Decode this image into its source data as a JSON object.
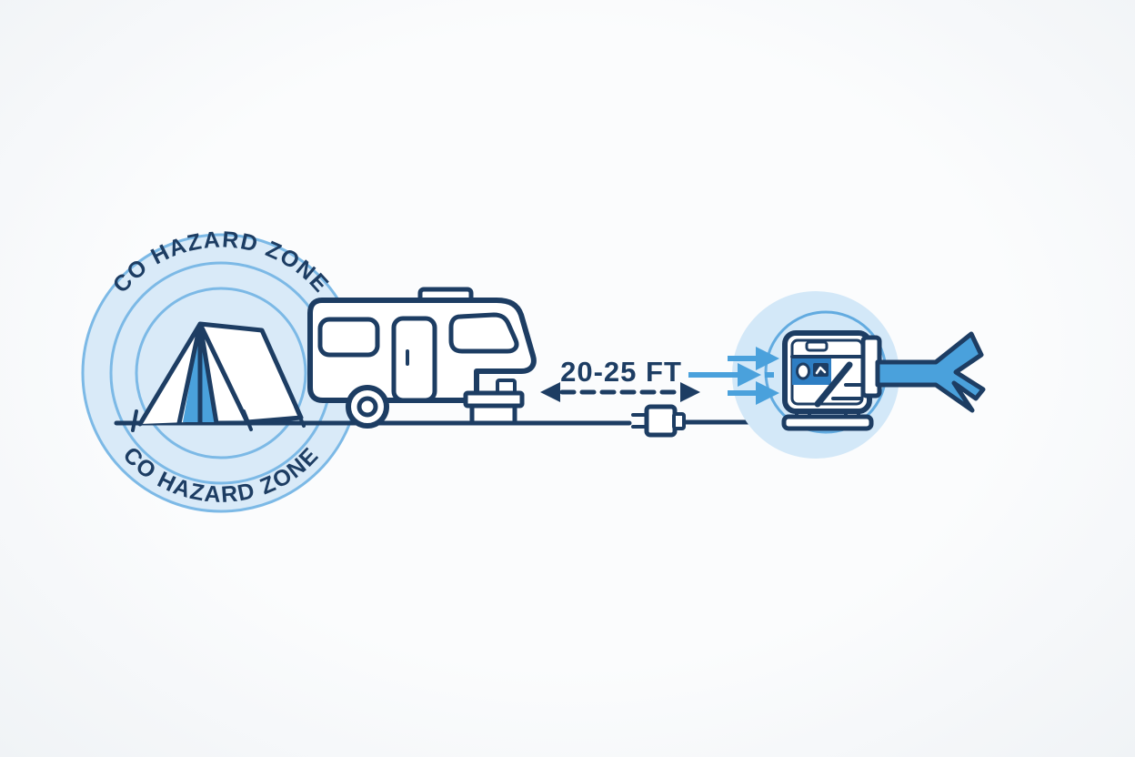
{
  "background": "#f7f9fb",
  "colors": {
    "navy": "#1d3d63",
    "accent_blue": "#4aa1dc",
    "zone_fill": "#d9eaf8",
    "ring_blue": "#7cb9e6",
    "generator_zone_fill": "#d3e8f8",
    "generator_ring_blue": "#62abe0",
    "panel_blue": "#2e7ec3",
    "white": "#ffffff"
  },
  "hazard_zone": {
    "label_top": "CO HAZARD ZONE",
    "label_bottom": "CO HAZARD ZONE"
  },
  "distance": {
    "label": "20-25 FT"
  },
  "icons": {
    "tent": "tent-icon",
    "camper": "camper-trailer-icon",
    "plug": "power-plug-icon",
    "generator": "generator-icon",
    "exhaust": "exhaust-blast-icon",
    "airflow": "airflow-arrows-icon",
    "distance_arrow": "double-headed-arrow-icon"
  }
}
